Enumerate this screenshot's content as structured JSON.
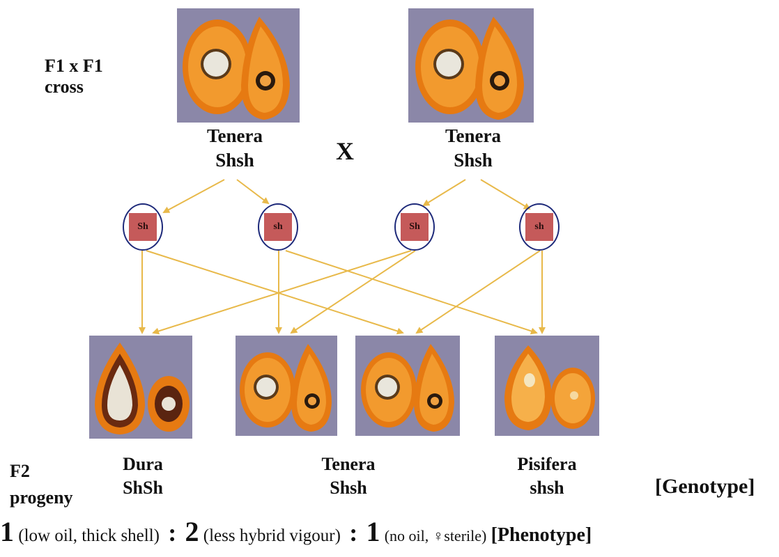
{
  "generation": {
    "f1_line1": "F1 x F1",
    "f1_line2": "cross",
    "f2_line1": "F2",
    "f2_line2": "progeny"
  },
  "cross_symbol": "X",
  "parents": [
    {
      "name": "Tenera",
      "genotype": "Shsh"
    },
    {
      "name": "Tenera",
      "genotype": "Shsh"
    }
  ],
  "gametes": [
    "Sh",
    "sh",
    "Sh",
    "sh"
  ],
  "progeny": [
    {
      "name": "Dura",
      "genotype": "ShSh"
    },
    {
      "name": "Tenera",
      "genotype": "Shsh"
    },
    {
      "name": "Pisifera",
      "genotype": "shsh"
    }
  ],
  "genotype_tag": "[Genotype]",
  "phenotype": {
    "ratio_1": "1",
    "desc_1": "(low oil, thick shell)",
    "sep": ":",
    "ratio_2": "2",
    "desc_2": "(less hybrid vigour)",
    "ratio_3": "1",
    "desc_3": "(no oil, ♀sterile)",
    "tag": "[Phenotype]"
  },
  "colors": {
    "arrow": "#e8b94a",
    "gamete_box": "#c55a5a",
    "gamete_ring": "#1e2a7a",
    "fruit": "#f08c1e",
    "photo_bg": "#8b87a8"
  }
}
